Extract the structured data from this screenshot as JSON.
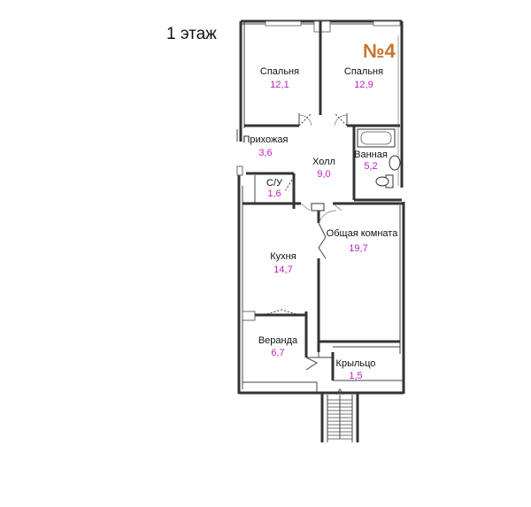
{
  "floor_label": "1 этаж",
  "unit_number": "№4",
  "accent_color": "#c8742a",
  "area_color": "#c020c0",
  "rooms": [
    {
      "name": "Спальня",
      "area": "12,1"
    },
    {
      "name": "Спальня",
      "area": "12,9"
    },
    {
      "name": "Прихожая",
      "area": "3,6"
    },
    {
      "name": "Холл",
      "area": "9,0"
    },
    {
      "name": "Ванная",
      "area": "5,2"
    },
    {
      "name": "С/У",
      "area": "1,6"
    },
    {
      "name": "Общая комната",
      "area": "19,7"
    },
    {
      "name": "Кухня",
      "area": "14,7"
    },
    {
      "name": "Веранда",
      "area": "6,7"
    },
    {
      "name": "Крыльцо",
      "area": "1,5"
    }
  ]
}
